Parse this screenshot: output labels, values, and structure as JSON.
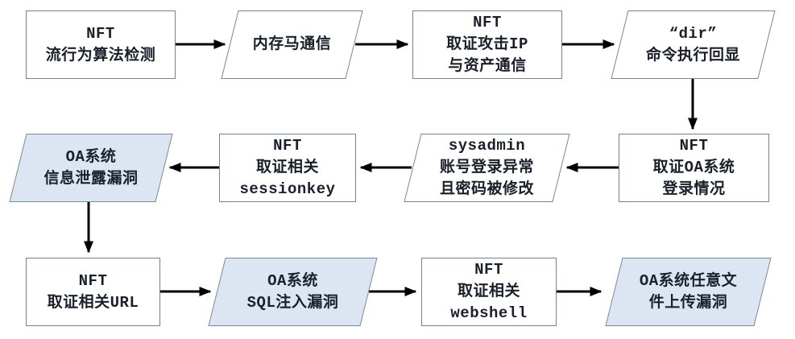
{
  "diagram": {
    "type": "flowchart",
    "colors": {
      "background": "#ffffff",
      "node_fill_default": "#ffffff",
      "node_fill_highlight": "#dbe6f2",
      "node_border": "#76828e",
      "arrow": "#000000",
      "text": "#1a202b"
    },
    "nodes": [
      {
        "id": "nft-behavior-algorithm-detection",
        "shape": "rectangle",
        "highlighted": false,
        "label": "NFT\n流行为算法检测"
      },
      {
        "id": "memory-webshell-communication",
        "shape": "parallelogram",
        "highlighted": false,
        "label": "内存马通信"
      },
      {
        "id": "nft-forensic-attack-ip",
        "shape": "rectangle",
        "highlighted": false,
        "label": "NFT\n取证攻击IP\n与资产通信"
      },
      {
        "id": "dir-command-echo",
        "shape": "parallelogram",
        "highlighted": false,
        "label": "“dir”\n命令执行回显"
      },
      {
        "id": "nft-forensic-oa-login",
        "shape": "rectangle",
        "highlighted": false,
        "label": "NFT\n取证OA系统\n登录情况"
      },
      {
        "id": "sysadmin-abnormal-login",
        "shape": "parallelogram",
        "highlighted": false,
        "label": "sysadmin\n账号登录异常\n且密码被修改"
      },
      {
        "id": "nft-forensic-sessionkey",
        "shape": "rectangle",
        "highlighted": false,
        "label": "NFT\n取证相关\nsessionkey"
      },
      {
        "id": "oa-info-leak-vuln",
        "shape": "parallelogram",
        "highlighted": true,
        "label": "OA系统\n信息泄露漏洞"
      },
      {
        "id": "nft-forensic-url",
        "shape": "rectangle",
        "highlighted": false,
        "label": "NFT\n取证相关URL"
      },
      {
        "id": "oa-sql-injection-vuln",
        "shape": "parallelogram",
        "highlighted": true,
        "label": "OA系统\nSQL注入漏洞"
      },
      {
        "id": "nft-forensic-webshell",
        "shape": "rectangle",
        "highlighted": false,
        "label": "NFT\n取证相关\nwebshell"
      },
      {
        "id": "oa-file-upload-vuln",
        "shape": "parallelogram",
        "highlighted": true,
        "label": "OA系统任意文\n件上传漏洞"
      }
    ],
    "edges": [
      {
        "from": "nft-behavior-algorithm-detection",
        "to": "memory-webshell-communication"
      },
      {
        "from": "memory-webshell-communication",
        "to": "nft-forensic-attack-ip"
      },
      {
        "from": "nft-forensic-attack-ip",
        "to": "dir-command-echo"
      },
      {
        "from": "dir-command-echo",
        "to": "nft-forensic-oa-login"
      },
      {
        "from": "nft-forensic-oa-login",
        "to": "sysadmin-abnormal-login"
      },
      {
        "from": "sysadmin-abnormal-login",
        "to": "nft-forensic-sessionkey"
      },
      {
        "from": "nft-forensic-sessionkey",
        "to": "oa-info-leak-vuln"
      },
      {
        "from": "oa-info-leak-vuln",
        "to": "nft-forensic-url"
      },
      {
        "from": "nft-forensic-url",
        "to": "oa-sql-injection-vuln"
      },
      {
        "from": "oa-sql-injection-vuln",
        "to": "nft-forensic-webshell"
      },
      {
        "from": "nft-forensic-webshell",
        "to": "oa-file-upload-vuln"
      }
    ]
  }
}
